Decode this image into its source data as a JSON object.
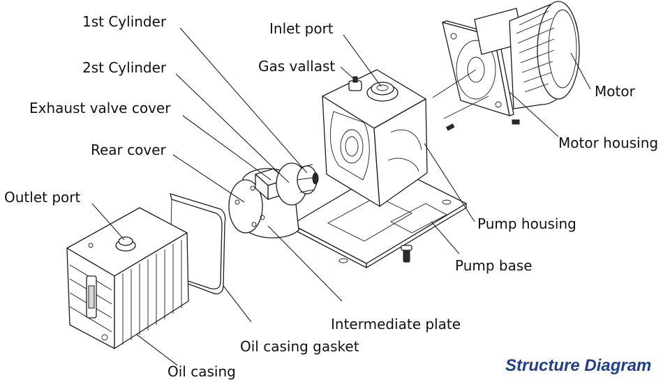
{
  "labels": {
    "cyl1": "1st Cylinder",
    "cyl2": "2st Cylinder",
    "exhaust": "Exhaust valve cover",
    "rear": "Rear cover",
    "outlet": "Outlet port",
    "inlet": "Inlet port",
    "gas": "Gas vallast",
    "motor": "Motor",
    "motor_housing": "Motor housing",
    "pump_housing": "Pump housing",
    "pump_base": "Pump base",
    "intermediate": "Intermediate plate",
    "gasket": "Oil casing gasket",
    "oil_casing": "Oil casing"
  },
  "caption": "Structure Diagram",
  "colors": {
    "caption": "#1f3f8f",
    "line": "#1a1a1a"
  }
}
